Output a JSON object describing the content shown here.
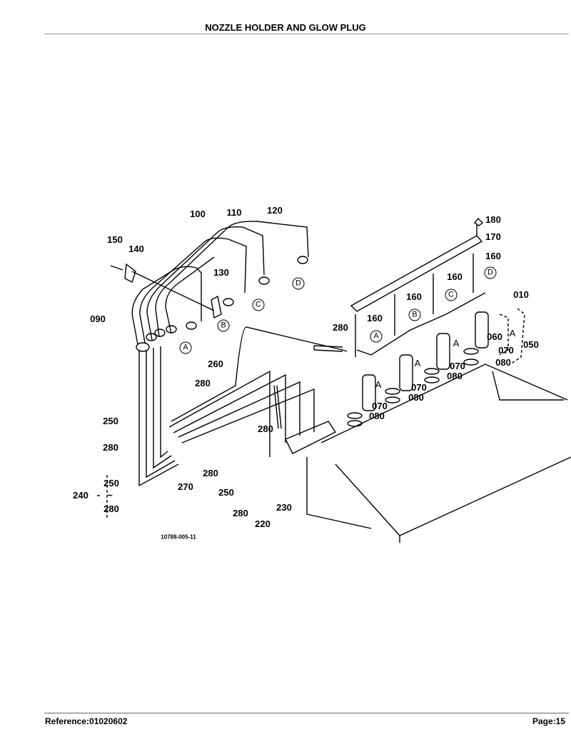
{
  "header": {
    "title": "NOZZLE HOLDER AND GLOW PLUG"
  },
  "footer": {
    "reference": "Reference:01020602",
    "page": "Page:15"
  },
  "diagram": {
    "figure_id": "10788-005-11",
    "callouts": [
      "100",
      "110",
      "120",
      "150",
      "140",
      "130",
      "090",
      "180",
      "170",
      "160",
      "160",
      "160",
      "160",
      "010",
      "280",
      "060",
      "050",
      "070",
      "080",
      "070",
      "080",
      "070",
      "080",
      "070",
      "080",
      "260",
      "280",
      "250",
      "280",
      "270",
      "280",
      "250",
      "280",
      "280",
      "220",
      "230",
      "240",
      "250",
      "~",
      "280"
    ],
    "connectors": [
      "A",
      "B",
      "C",
      "D",
      "A",
      "B",
      "C",
      "D"
    ],
    "ref_marks": [
      "A",
      "A",
      "A",
      "A",
      "A"
    ]
  }
}
